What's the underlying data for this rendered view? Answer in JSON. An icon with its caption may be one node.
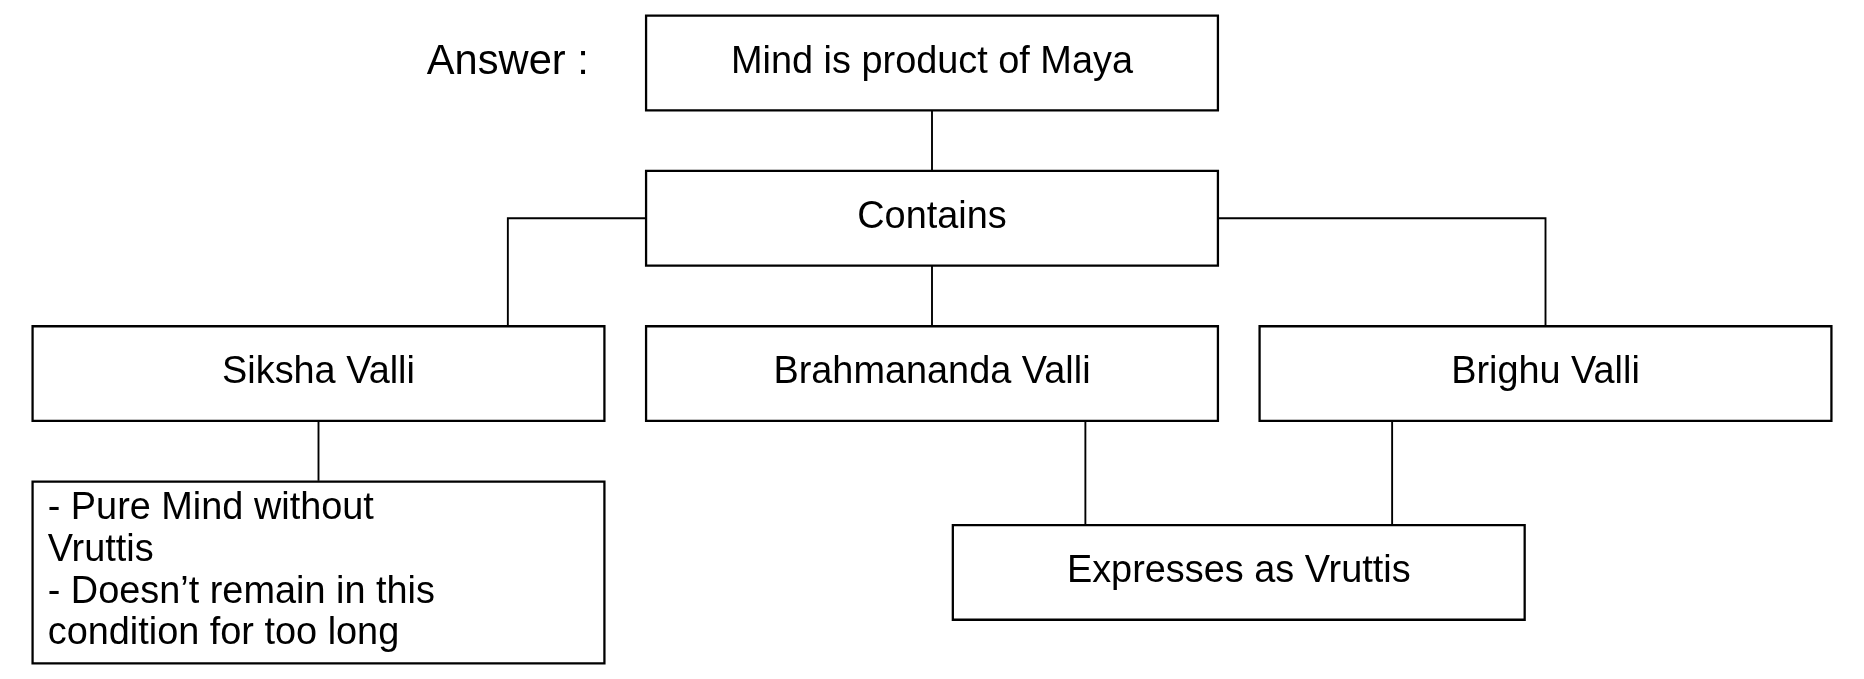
{
  "diagram": {
    "nodes": [
      {
        "text": [
          "Mind is product of Maya"
        ]
      },
      {
        "text": [
          "Contains"
        ]
      },
      {
        "text": [
          "Siksha Valli"
        ]
      },
      {
        "text": [
          "Brahmananda Valli"
        ]
      },
      {
        "text": [
          "Brighu Valli"
        ]
      },
      {
        "text": [
          "- Pure Mind without Vruttis",
          "- Doesn’t remain in this condition for too long"
        ]
      },
      {
        "text": [
          "Expresses as Vruttis"
        ]
      }
    ],
    "edges": [
      {
        "from": 0,
        "to": 1,
        "arrow": "none"
      },
      {
        "from": 1,
        "to": 2,
        "arrow": "none"
      },
      {
        "from": 1,
        "to": 3,
        "arrow": "none"
      },
      {
        "from": 1,
        "to": 4,
        "arrow": "none"
      },
      {
        "from": 2,
        "to": 5,
        "arrow": "none"
      },
      {
        "from": 3,
        "to": 6,
        "arrow": "none"
      },
      {
        "from": 4,
        "to": 6,
        "arrow": "none"
      }
    ],
    "labels": [
      "Answer :"
    ]
  }
}
